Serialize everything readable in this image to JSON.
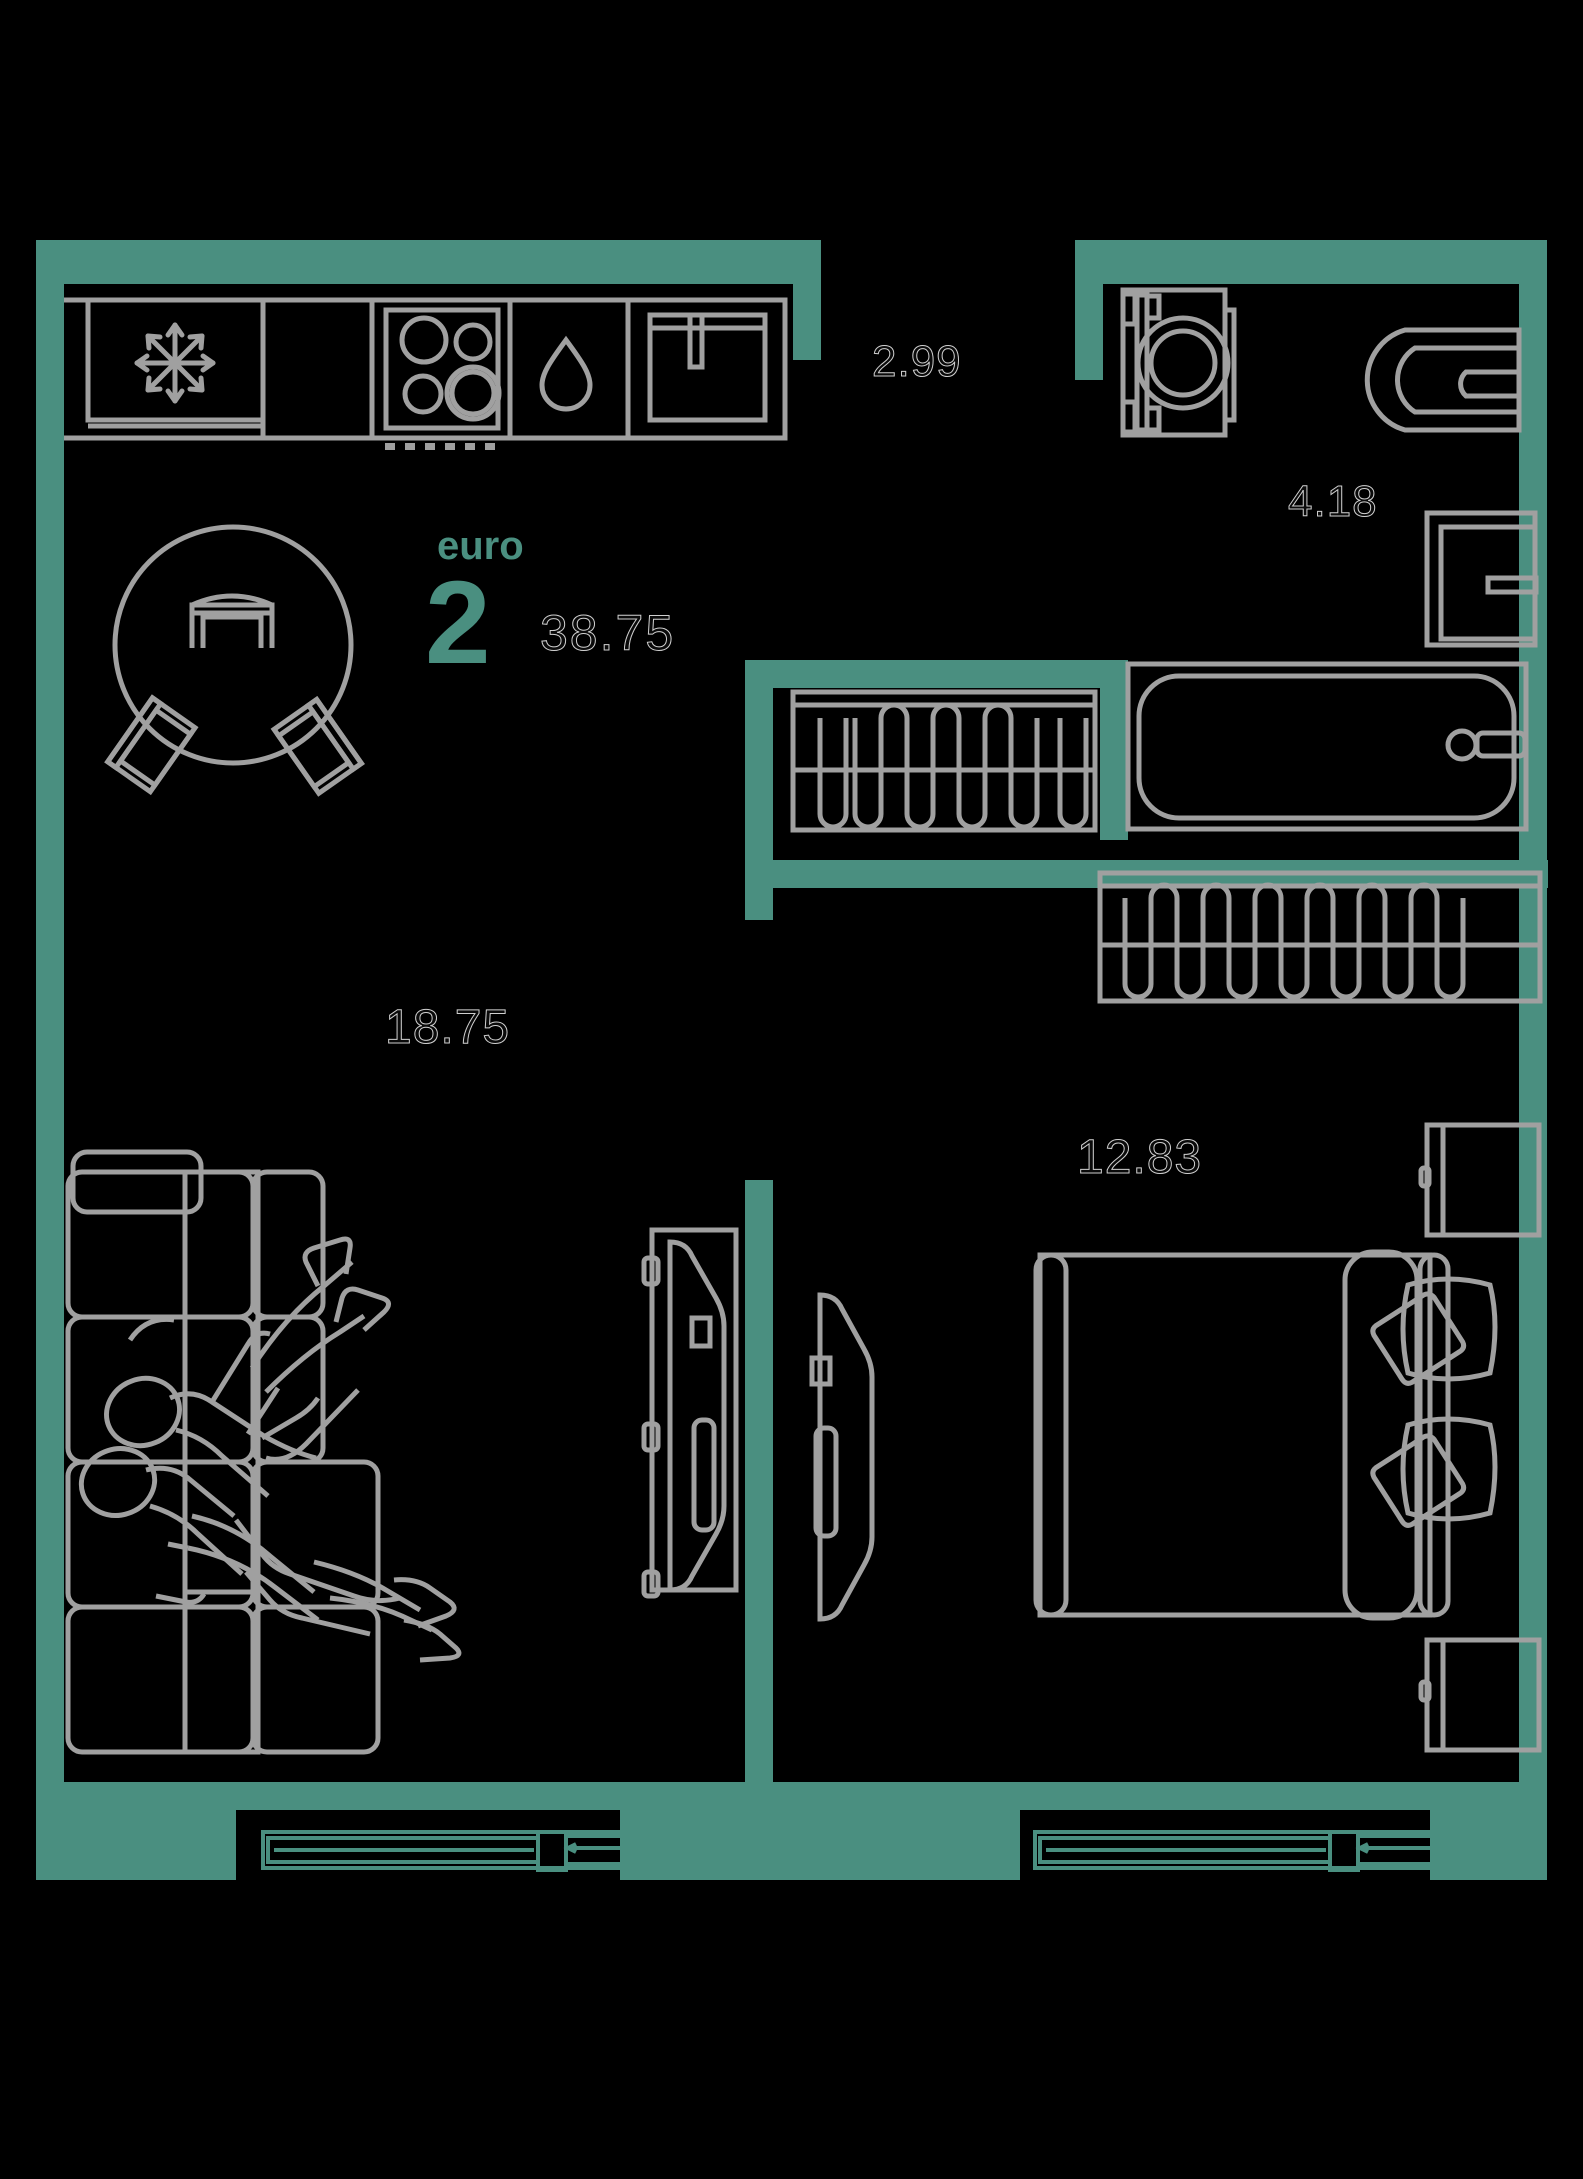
{
  "plan": {
    "type": "apartment-floor-plan",
    "background_color": "#000000",
    "wall_color": "#4a8f80",
    "furniture_line_color": "#a0a0a0",
    "text_outline_color": "#cfcfcf",
    "accent_color": "#4a8f80"
  },
  "badge": {
    "euro_label": "euro",
    "rooms_count": "2",
    "total_area": "38.75"
  },
  "rooms": [
    {
      "name": "hallway",
      "area": "2.99"
    },
    {
      "name": "bathroom",
      "area": "4.18"
    },
    {
      "name": "living-kitchen",
      "area": "18.75"
    },
    {
      "name": "bedroom",
      "area": "12.83"
    }
  ],
  "labels": {
    "hallway_area": "2.99",
    "bathroom_area": "4.18",
    "living_area": "18.75",
    "bedroom_area": "12.83"
  },
  "fixtures": [
    {
      "name": "refrigerator-icon",
      "room": "kitchen"
    },
    {
      "name": "cooktop-icon",
      "room": "kitchen"
    },
    {
      "name": "dishwasher-icon",
      "room": "kitchen"
    },
    {
      "name": "kitchen-sink-icon",
      "room": "kitchen"
    },
    {
      "name": "washing-machine-icon",
      "room": "bathroom"
    },
    {
      "name": "toilet-icon",
      "room": "bathroom"
    },
    {
      "name": "bathroom-sink-icon",
      "room": "bathroom"
    },
    {
      "name": "bathtub-icon",
      "room": "bathroom"
    },
    {
      "name": "radiator-icon",
      "room": "hallway"
    },
    {
      "name": "radiator-icon",
      "room": "bedroom"
    },
    {
      "name": "dining-table-icon",
      "room": "living-kitchen"
    },
    {
      "name": "sofa-icon",
      "room": "living-kitchen"
    },
    {
      "name": "people-icon",
      "room": "living-kitchen"
    },
    {
      "name": "double-bed-icon",
      "room": "bedroom"
    },
    {
      "name": "nightstand-icon",
      "room": "bedroom"
    },
    {
      "name": "door-icon",
      "room": "living-kitchen"
    },
    {
      "name": "door-icon",
      "room": "bedroom"
    },
    {
      "name": "window-icon",
      "room": "living-kitchen"
    },
    {
      "name": "window-icon",
      "room": "bedroom"
    }
  ]
}
